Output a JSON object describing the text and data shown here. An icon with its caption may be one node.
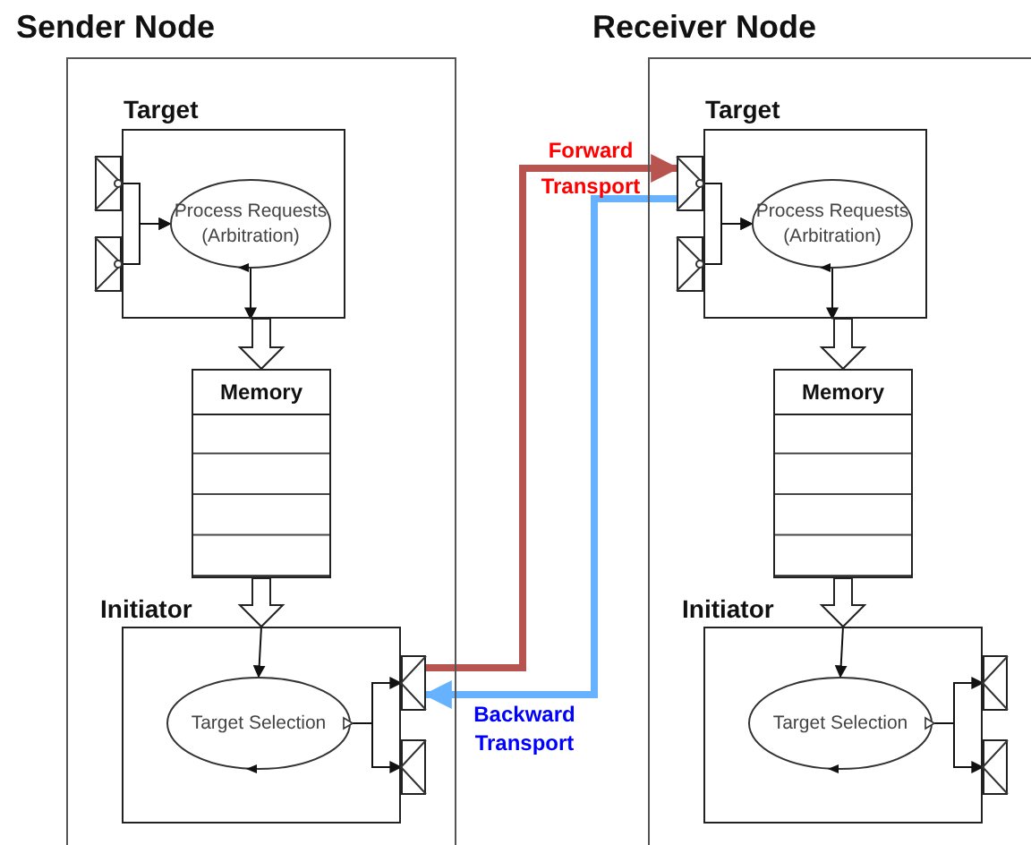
{
  "diagram": {
    "nodes": [
      {
        "text": [
          "Sender Node"
        ]
      },
      {
        "text": [
          "Target"
        ],
        "in": 0
      },
      {
        "text": [],
        "shape": "box",
        "in": 0
      },
      {
        "text": [],
        "shape": "box",
        "in": 0
      },
      {
        "text": [
          "Process Requests (Arbitration)"
        ],
        "in": 1
      },
      {
        "text": [
          "Memory"
        ],
        "in": 0
      },
      {
        "text": [
          "Initiator"
        ],
        "in": 0
      },
      {
        "text": [
          "Target Selection"
        ],
        "in": 6
      },
      {
        "text": [],
        "shape": "box",
        "in": 0
      },
      {
        "text": [],
        "shape": "box",
        "in": 0
      },
      {
        "text": [
          "Receiver Node"
        ]
      },
      {
        "text": [
          "Target"
        ],
        "in": 10
      },
      {
        "text": [],
        "shape": "box",
        "in": 10
      },
      {
        "text": [],
        "shape": "box",
        "in": 10
      },
      {
        "text": [
          "Process Requests (Arbitration)"
        ],
        "in": 11
      },
      {
        "text": [
          "Memory"
        ],
        "in": 10
      },
      {
        "text": [
          "Initiator"
        ],
        "in": 10
      },
      {
        "text": [
          "Target Selection"
        ],
        "in": 16
      },
      {
        "text": [],
        "shape": "box",
        "in": 10
      },
      {
        "text": [],
        "shape": "box",
        "in": 10
      }
    ],
    "edges": [
      {
        "from": 2,
        "to": 4,
        "arrow": "to"
      },
      {
        "from": 3,
        "to": 4,
        "arrow": "to"
      },
      {
        "from": 4,
        "to": 1,
        "arrow": "to"
      },
      {
        "from": 1,
        "to": 5,
        "arrow": "to"
      },
      {
        "from": 5,
        "to": 6,
        "arrow": "to"
      },
      {
        "from": 6,
        "to": 7,
        "arrow": "to"
      },
      {
        "from": 7,
        "to": 8,
        "arrow": "to"
      },
      {
        "from": 7,
        "to": 9,
        "arrow": "to"
      },
      {
        "from": 12,
        "to": 14,
        "arrow": "to"
      },
      {
        "from": 13,
        "to": 14,
        "arrow": "to"
      },
      {
        "from": 14,
        "to": 11,
        "arrow": "to"
      },
      {
        "from": 11,
        "to": 15,
        "arrow": "to"
      },
      {
        "from": 15,
        "to": 16,
        "arrow": "to"
      },
      {
        "from": 16,
        "to": 17,
        "arrow": "to"
      },
      {
        "from": 17,
        "to": 18,
        "arrow": "to"
      },
      {
        "from": 17,
        "to": 19,
        "arrow": "to"
      },
      {
        "from": 8,
        "to": 12,
        "arrow": "to",
        "label": "Forward Transport",
        "style": "thick",
        "color": "#b85450"
      },
      {
        "from": 12,
        "to": 8,
        "arrow": "to",
        "label": "Backward Transport",
        "style": "thick",
        "color": "#66b2ff"
      }
    ]
  }
}
